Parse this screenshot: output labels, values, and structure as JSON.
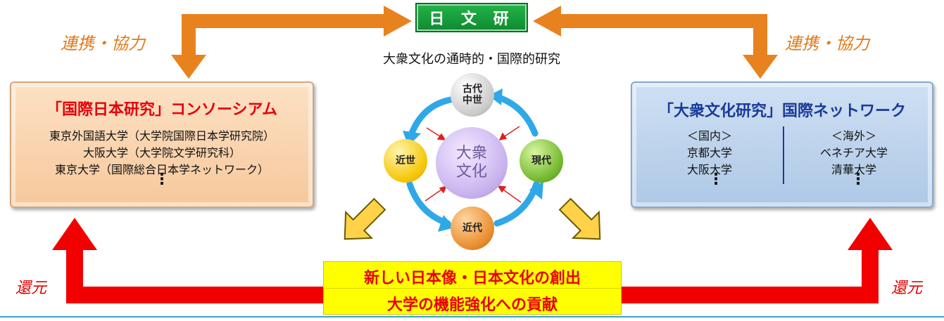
{
  "center_org": "日 文 研",
  "subtitle": "大衆文化の通時的・国際的研究",
  "collab_label_left": "連携・協力",
  "collab_label_right": "連携・協力",
  "return_label_left": "還元",
  "return_label_right": "還元",
  "left_box": {
    "title": "「国際日本研究」コンソーシアム",
    "members": [
      "東京外国語大学（大学院国際日本学研究院）",
      "大阪大学（大学院文学研究科）",
      "東京大学（国際総合日本学ネットワーク）"
    ],
    "ellipsis": "⋮"
  },
  "right_box": {
    "title": "「大衆文化研究」国際ネットワーク",
    "domestic": {
      "heading": "＜国内＞",
      "items": [
        "京都大学",
        "大阪大学"
      ],
      "ellipsis": "⋮"
    },
    "overseas": {
      "heading": "＜海外＞",
      "items": [
        "ベネチア大学",
        "清華大学"
      ],
      "ellipsis": "⋮"
    }
  },
  "cycle": {
    "center": [
      "大衆",
      "文化"
    ],
    "top": [
      "古代",
      "中世"
    ],
    "left": "近世",
    "right": "現代",
    "bottom": "近代"
  },
  "results": [
    "新しい日本像・日本文化の創出",
    "大学の機能強化への貢献"
  ],
  "colors": {
    "collab_arrow": "#e8821e",
    "return_arrow": "#f20000",
    "cycle_arrow": "#2fa8e8",
    "result_bg": "#ffff00",
    "result_text": "#e8000b"
  }
}
